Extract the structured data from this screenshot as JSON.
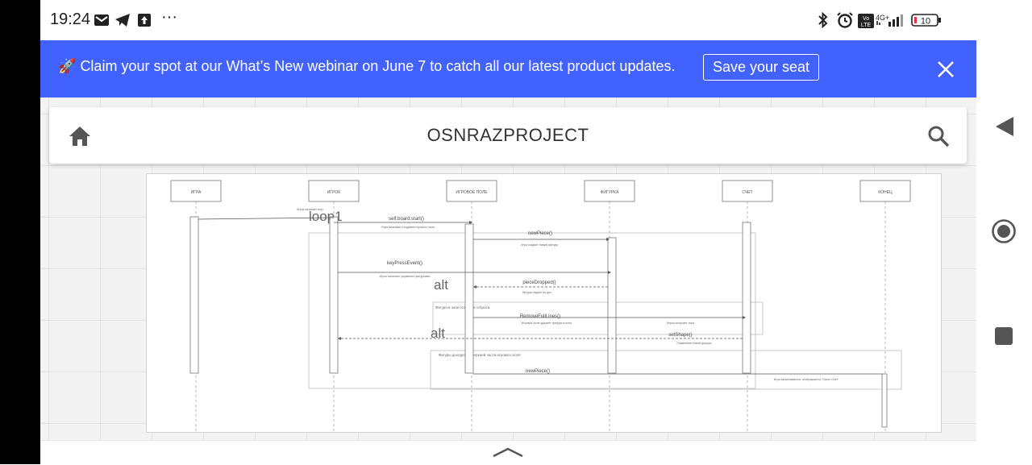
{
  "status_bar": {
    "time": "19:24",
    "more": "···",
    "network": "4G+",
    "volte": "Vo LTE",
    "battery": "10"
  },
  "banner": {
    "emoji": "🚀",
    "text": "Claim your spot at our What’s New webinar on June 7 to catch all our latest product updates.",
    "button_label": "Save your seat"
  },
  "board": {
    "title": "OSNRAZPROJECT"
  },
  "diagram": {
    "participants": [
      "ИГРА",
      "ИГРОК",
      "ИГРОВОЕ ПОЛЕ",
      "ФИГУРКА",
      "СЧЕТ",
      "КОНЕЦ"
    ],
    "frames": [
      "loop1",
      "alt",
      "alt"
    ],
    "conditions": [
      "Фигура в зоне сгорания отброса",
      "Фигуры доходят до верхней части игрового поля"
    ],
    "messages": [
      {
        "label": "self.board.start()",
        "note": "Игра вызывает создание игрового поля"
      },
      {
        "label": "newPiece()",
        "note": "Игра создает новую фигуру"
      },
      {
        "label": "keyPressEvent()",
        "note": "Игрок начинает управлять фигурками"
      },
      {
        "label": "pieceDropped()",
        "note": "Фигура падает на дно"
      },
      {
        "label": "RemoveFullLines()",
        "note": "Игровое поле удаляет фигуры в поле"
      },
      {
        "label": "setShape()",
        "note": "Появление новой фигуры"
      },
      {
        "label": "newPiece()",
        "note": "Игра заканчивается"
      }
    ],
    "side_notes": [
      "Игрок получает очки",
      "Игра заканчивается, отображается \"Game Over\""
    ],
    "start_note": "Игрок начинает игру"
  }
}
